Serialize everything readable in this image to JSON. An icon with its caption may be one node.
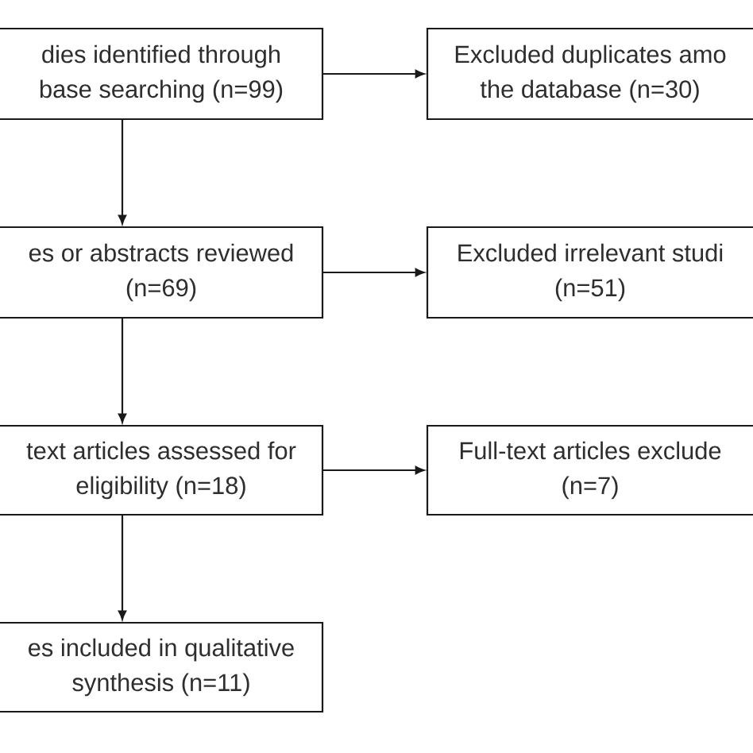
{
  "diagram": {
    "nodes": [
      {
        "text": [
          "dies identified through base searching (n=99)"
        ]
      },
      {
        "text": [
          "Excluded duplicates amo the database (n=30)"
        ]
      },
      {
        "text": [
          "es or abstracts reviewed (n=69)"
        ]
      },
      {
        "text": [
          "Excluded irrelevant studi (n=51)"
        ]
      },
      {
        "text": [
          "text articles assessed for eligibility (n=18)"
        ]
      },
      {
        "text": [
          "Full-text articles exclude (n=7)"
        ]
      },
      {
        "text": [
          "es included in qualitative synthesis (n=11)"
        ]
      }
    ],
    "edges": [
      {
        "from": 0,
        "to": 1,
        "arrow": "to"
      },
      {
        "from": 0,
        "to": 2,
        "arrow": "to"
      },
      {
        "from": 2,
        "to": 3,
        "arrow": "to"
      },
      {
        "from": 2,
        "to": 4,
        "arrow": "to"
      },
      {
        "from": 4,
        "to": 5,
        "arrow": "to"
      },
      {
        "from": 4,
        "to": 6,
        "arrow": "to"
      }
    ]
  }
}
